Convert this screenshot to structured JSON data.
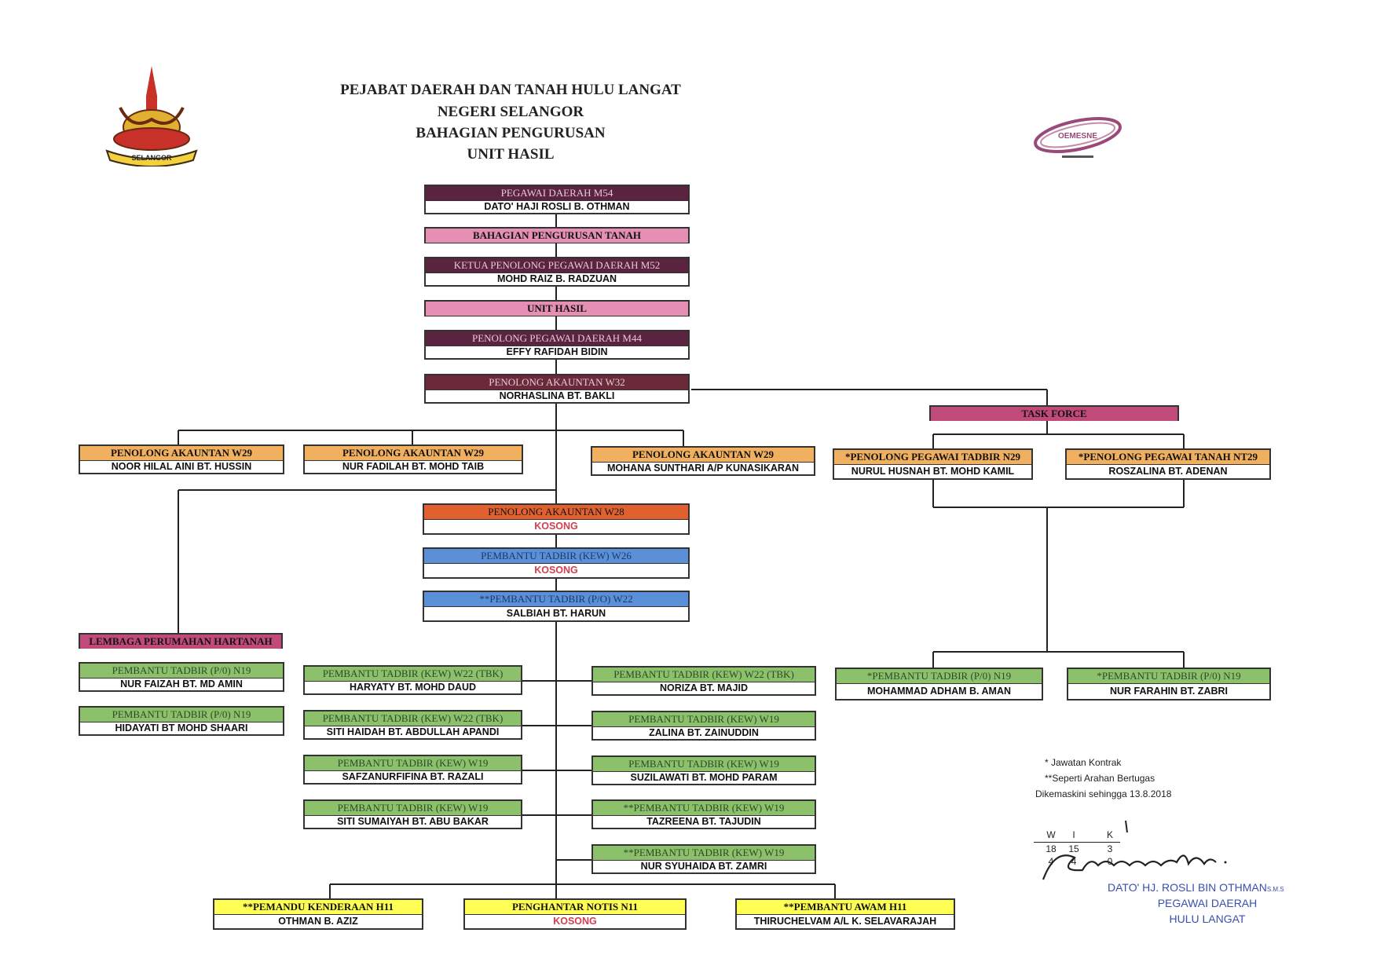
{
  "header": {
    "title_lines": [
      "PEJABAT DAERAH DAN TANAH HULU LANGAT",
      "NEGERI SELANGOR",
      "BAHAGIAN PENGURUSAN",
      "UNIT HASIL"
    ],
    "logo_left_text": "SELANGOR",
    "logo_right_text": "OEMESNE"
  },
  "chart": {
    "pegawai_daerah": {
      "title": "PEGAWAI DAERAH M54",
      "name": "DATO' HAJI  ROSLI B. OTHMAN"
    },
    "bahagian": {
      "title": "BAHAGIAN PENGURUSAN TANAH"
    },
    "ketua_penolong": {
      "title": "KETUA PENOLONG PEGAWAI DAERAH M52",
      "name": "MOHD RAIZ B. RADZUAN"
    },
    "unit_hasil": {
      "title": "UNIT HASIL"
    },
    "penolong_pd": {
      "title": "PENOLONG PEGAWAI DAERAH M44",
      "name": "EFFY RAFIDAH BIDIN"
    },
    "penolong_akauntan_w32": {
      "title": "PENOLONG AKAUNTAN W32",
      "name": "NORHASLINA BT. BAKLI"
    },
    "task_force": {
      "title": "TASK FORCE"
    },
    "pa_w29_1": {
      "title": "PENOLONG AKAUNTAN W29",
      "name": "NOOR HILAL AINI  BT. HUSSIN"
    },
    "pa_w29_2": {
      "title": "PENOLONG AKAUNTAN W29",
      "name": "NUR FADILAH  BT. MOHD TAIB"
    },
    "pa_w29_3": {
      "title": "PENOLONG AKAUNTAN W29",
      "name": "MOHANA SUNTHARI A/P KUNASIKARAN"
    },
    "tf_1": {
      "title": "*PENOLONG PEGAWAI TADBIR N29",
      "name": "NURUL HUSNAH BT. MOHD KAMIL"
    },
    "tf_2": {
      "title": "*PENOLONG PEGAWAI TANAH NT29",
      "name": "ROSZALINA BT. ADENAN"
    },
    "pa_w28": {
      "title": "PENOLONG AKAUNTAN W28",
      "name": "KOSONG"
    },
    "pt_w26": {
      "title": "PEMBANTU TADBIR (KEW) W26",
      "name": "KOSONG"
    },
    "pt_w22": {
      "title": "**PEMBANTU TADBIR (P/O) W22",
      "name": "SALBIAH BT. HARUN"
    },
    "lembaga": {
      "title": "LEMBAGA PERUMAHAN HARTANAH"
    },
    "lph_1": {
      "title": "PEMBANTU TADBIR (P/0) N19",
      "name": "NUR FAIZAH  BT. MD AMIN"
    },
    "lph_2": {
      "title": "PEMBANTU TADBIR (P/0) N19",
      "name": "HIDAYATI BT MOHD SHAARI"
    },
    "kew_l1": {
      "title": "PEMBANTU TADBIR (KEW) W22 (TBK)",
      "name": "HARYATY BT. MOHD DAUD"
    },
    "kew_l2": {
      "title": "PEMBANTU TADBIR (KEW) W22 (TBK)",
      "name": "SITI HAIDAH BT. ABDULLAH APANDI"
    },
    "kew_l3": {
      "title": "PEMBANTU TADBIR (KEW) W19",
      "name": "SAFZANURFIFINA  BT. RAZALI"
    },
    "kew_l4": {
      "title": "PEMBANTU TADBIR (KEW) W19",
      "name": "SITI SUMAIYAH BT. ABU BAKAR"
    },
    "kew_r1": {
      "title": "PEMBANTU TADBIR (KEW) W22 (TBK)",
      "name": "NORIZA BT. MAJID"
    },
    "kew_r2": {
      "title": "PEMBANTU TADBIR (KEW) W19",
      "name": "ZALINA  BT. ZAINUDDIN"
    },
    "kew_r3": {
      "title": "PEMBANTU TADBIR (KEW) W19",
      "name": "SUZILAWATI  BT. MOHD PARAM"
    },
    "kew_r4": {
      "title": "**PEMBANTU TADBIR (KEW) W19",
      "name": "TAZREENA BT. TAJUDIN"
    },
    "kew_r5": {
      "title": "**PEMBANTU TADBIR (KEW) W19",
      "name": "NUR SYUHAIDA BT. ZAMRI"
    },
    "tf_c1": {
      "title": "*PEMBANTU TADBIR (P/0) N19",
      "name": "MOHAMMAD ADHAM B. AMAN"
    },
    "tf_c2": {
      "title": "*PEMBANTU TADBIR (P/0) N19",
      "name": "NUR FARAHIN BT. ZABRI"
    },
    "h11_1": {
      "title": "**PEMANDU KENDERAAN H11",
      "name": "OTHMAN B. AZIZ"
    },
    "h11_2": {
      "title": "PENGHANTAR NOTIS N11",
      "name": "KOSONG"
    },
    "h11_3": {
      "title": "**PEMBANTU AWAM  H11",
      "name": "THIRUCHELVAM A/L K. SELAVARAJAH"
    }
  },
  "notes": {
    "line1": "* Jawatan Kontrak",
    "line2": "**Seperti Arahan Bertugas",
    "line3": "Dikemaskini sehingga 13.8.2018"
  },
  "wik": {
    "headers": [
      "W",
      "I",
      "K"
    ],
    "row1": [
      "18",
      "15",
      "3"
    ],
    "row2": [
      "4",
      "4",
      "0"
    ]
  },
  "signature": {
    "name": "DATO' HJ. ROSLI BIN OTHMAN",
    "suffix": "S.M.S",
    "role": "PEGAWAI DAERAH",
    "place": "HULU LANGAT"
  },
  "colors": {
    "maroon": "#5a2340",
    "pink": "#e48fb3",
    "orange": "#f0b060",
    "red": "#e06030",
    "blue": "#5b90d8",
    "green": "#8dc06a",
    "magenta": "#c04a7a",
    "yellow": "#ffff55"
  }
}
